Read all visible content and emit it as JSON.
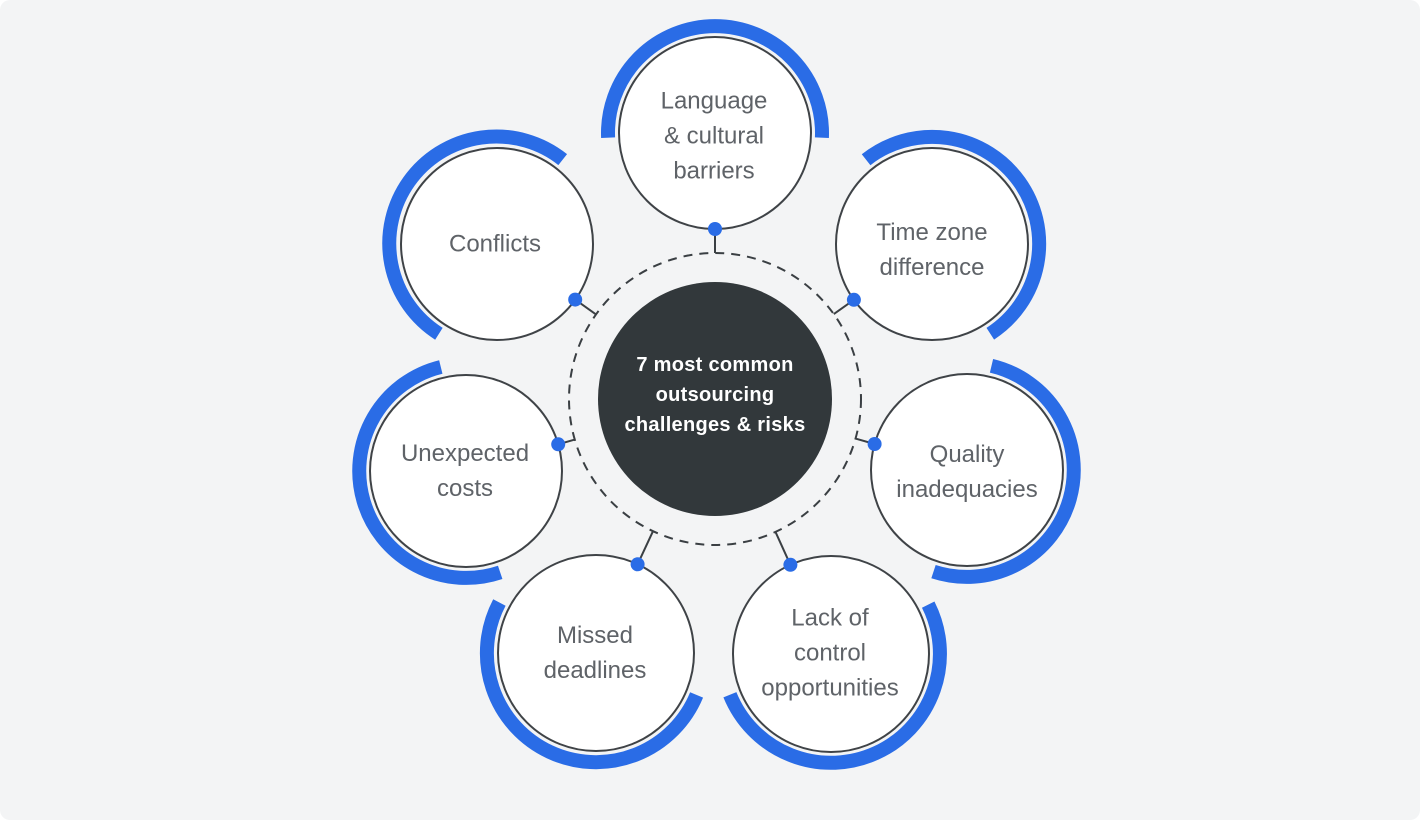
{
  "colors": {
    "background": "#f3f4f5",
    "accent_blue": "#2a6ce6",
    "center_circle_fill": "#32383b",
    "circle_stroke": "#3f4347",
    "label_text": "#5f6368",
    "center_text": "#ffffff"
  },
  "center": {
    "full_text": "7 most common outsourcing challenges & risks",
    "lines": [
      "7 most common",
      "outsourcing",
      "challenges & risks"
    ]
  },
  "nodes": [
    {
      "id": "language-cultural-barriers",
      "full_text": "Language & cultural barriers",
      "lines": [
        "Language",
        "& cultural",
        "barriers"
      ]
    },
    {
      "id": "time-zone-difference",
      "full_text": "Time zone difference",
      "lines": [
        "Time zone",
        "difference"
      ]
    },
    {
      "id": "quality-inadequacies",
      "full_text": "Quality inadequacies",
      "lines": [
        "Quality",
        "inadequacies"
      ]
    },
    {
      "id": "lack-of-control-opportunities",
      "full_text": "Lack of control opportunities",
      "lines": [
        "Lack of",
        "control",
        "opportunities"
      ]
    },
    {
      "id": "missed-deadlines",
      "full_text": "Missed deadlines",
      "lines": [
        "Missed",
        "deadlines"
      ]
    },
    {
      "id": "unexpected-costs",
      "full_text": "Unexpected costs",
      "lines": [
        "Unexpected",
        "costs"
      ]
    },
    {
      "id": "conflicts",
      "full_text": "Conflicts",
      "lines": [
        "Conflicts"
      ]
    }
  ]
}
